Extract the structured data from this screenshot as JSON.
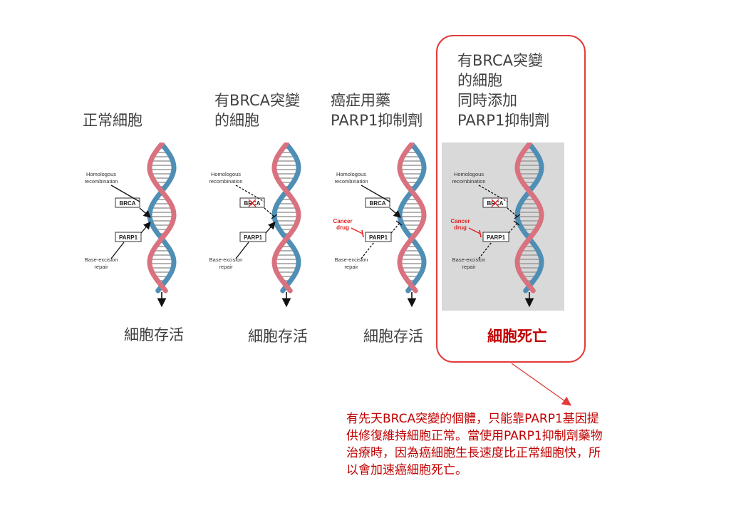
{
  "headings": [
    [
      "正常細胞"
    ],
    [
      "有BRCA突變",
      "的細胞"
    ],
    [
      "癌症用藥",
      "PARP1抑制劑"
    ],
    [
      "有BRCA突變",
      "的細胞",
      "同時添加",
      "PARP1抑制劑"
    ]
  ],
  "outcomes": [
    "細胞存活",
    "細胞存活",
    "細胞存活",
    "細胞死亡"
  ],
  "labels": {
    "homologous": [
      "Homologous",
      "recombination"
    ],
    "brca": "BRCA",
    "parp1": "PARP1",
    "base_excision": [
      "Base-excision",
      "repair"
    ],
    "cancer_drug": [
      "Cancer",
      "drug"
    ]
  },
  "note": [
    "有先天BRCA突變的個體，只能靠PARP1基因提",
    "供修復維持細胞正常。當使用PARP1抑制劑藥物",
    "治療時，因為癌細胞生長速度比正常細胞快，所",
    "以會加速癌細胞死亡。"
  ],
  "colors": {
    "red_strand": "#d9727f",
    "blue_strand": "#4f8fb5",
    "callout_border": "#e23b3b",
    "note_text": "#c00000",
    "drug_text": "#e02020"
  }
}
